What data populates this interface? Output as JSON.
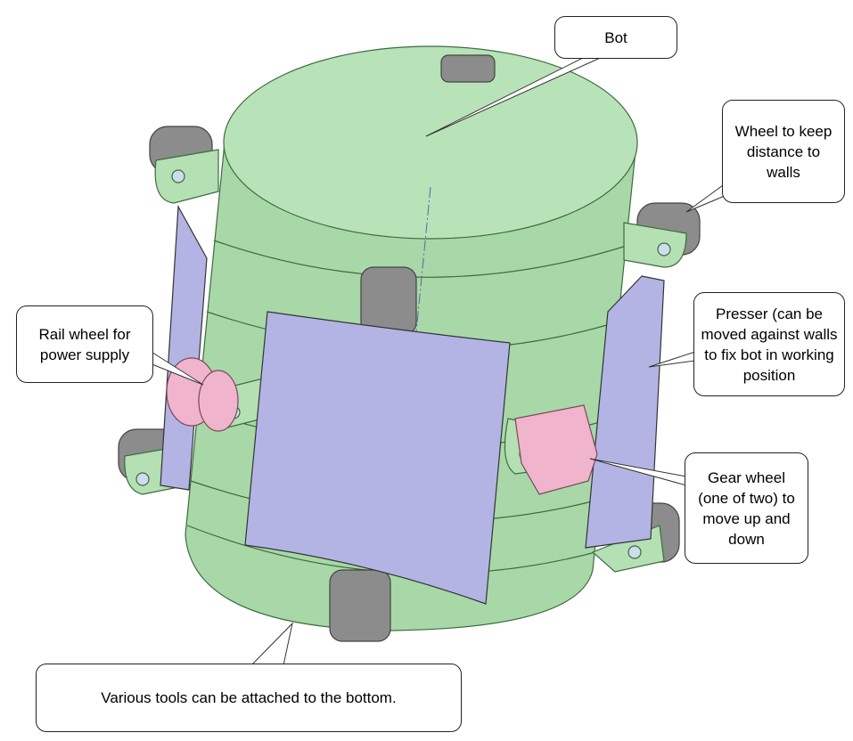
{
  "callouts": {
    "bot": "Bot",
    "wheel": "Wheel to keep distance to walls",
    "presser": "Presser (can be moved against walls to fix bot in working position",
    "gear": "Gear wheel (one of two) to move up and down",
    "rail": "Rail wheel for power supply",
    "tools": "Various tools can be attached to the bottom."
  },
  "colors": {
    "body": "#b4e0b4",
    "panel": "#b7b7e6",
    "wheel": "#8c8c8c",
    "gear": "#f0b4cc"
  }
}
